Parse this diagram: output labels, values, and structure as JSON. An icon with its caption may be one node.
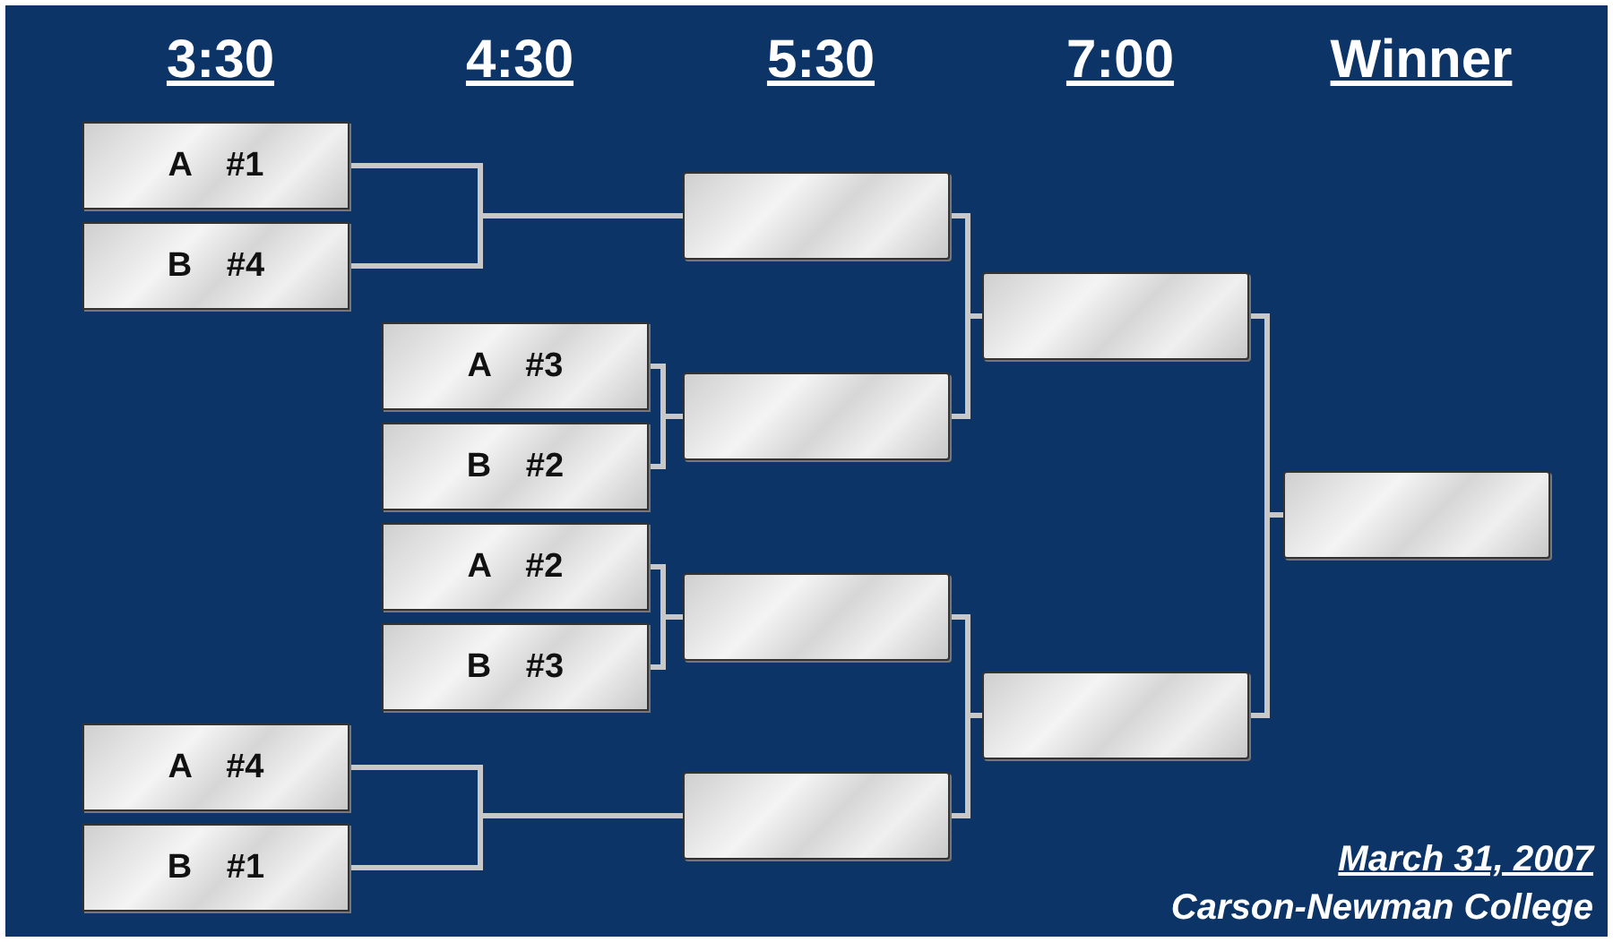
{
  "diagram": {
    "nodes": [
      {
        "text": [
          "A #1"
        ]
      },
      {
        "text": [
          "B #4"
        ]
      },
      {
        "text": [
          "A #3"
        ]
      },
      {
        "text": [
          "B #2"
        ]
      },
      {
        "text": [
          "A #2"
        ]
      },
      {
        "text": [
          "B #3"
        ]
      },
      {
        "text": [
          "A #4"
        ]
      },
      {
        "text": [
          "B #1"
        ]
      },
      {
        "text": [],
        "shape": "box"
      },
      {
        "text": [],
        "shape": "box"
      },
      {
        "text": [],
        "shape": "box"
      },
      {
        "text": [],
        "shape": "box"
      },
      {
        "text": [],
        "shape": "box"
      },
      {
        "text": [],
        "shape": "box"
      },
      {
        "text": [],
        "shape": "box"
      }
    ],
    "edges": [
      {
        "from": 0,
        "to": 8,
        "arrow": "none"
      },
      {
        "from": 1,
        "to": 8,
        "arrow": "none"
      },
      {
        "from": 2,
        "to": 9,
        "arrow": "none"
      },
      {
        "from": 3,
        "to": 9,
        "arrow": "none"
      },
      {
        "from": 4,
        "to": 10,
        "arrow": "none"
      },
      {
        "from": 5,
        "to": 10,
        "arrow": "none"
      },
      {
        "from": 6,
        "to": 11,
        "arrow": "none"
      },
      {
        "from": 7,
        "to": 11,
        "arrow": "none"
      },
      {
        "from": 8,
        "to": 12,
        "arrow": "none"
      },
      {
        "from": 9,
        "to": 12,
        "arrow": "none"
      },
      {
        "from": 10,
        "to": 13,
        "arrow": "none"
      },
      {
        "from": 11,
        "to": 13,
        "arrow": "none"
      },
      {
        "from": 12,
        "to": 14,
        "arrow": "none"
      },
      {
        "from": 13,
        "to": 14,
        "arrow": "none"
      }
    ],
    "labels": [
      "3:30",
      "4:30",
      "5:30",
      "7:00",
      "Winner",
      "March 31, 2007",
      "Carson-Newman College"
    ]
  }
}
